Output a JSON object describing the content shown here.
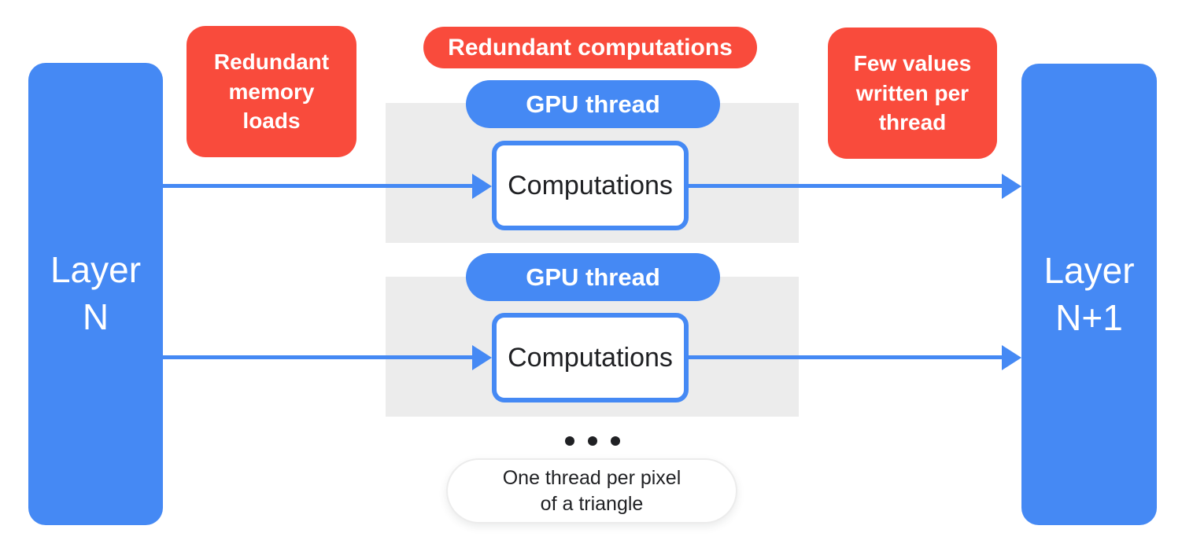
{
  "colors": {
    "blue": "#4589F4",
    "red": "#F94B3C",
    "panel_gray": "#ECECEC",
    "text_dark": "#202124",
    "white": "#FFFFFF"
  },
  "layers": {
    "left_label": "Layer\nN",
    "right_label": "Layer\nN+1"
  },
  "annotations": {
    "memory_loads": "Redundant\nmemory\nloads",
    "computations": "Redundant computations",
    "few_values": "Few values\nwritten per\nthread"
  },
  "threads": [
    {
      "pill_label": "GPU thread",
      "box_label": "Computations"
    },
    {
      "pill_label": "GPU thread",
      "box_label": "Computations"
    }
  ],
  "footnote": "One thread per pixel\nof a triangle"
}
